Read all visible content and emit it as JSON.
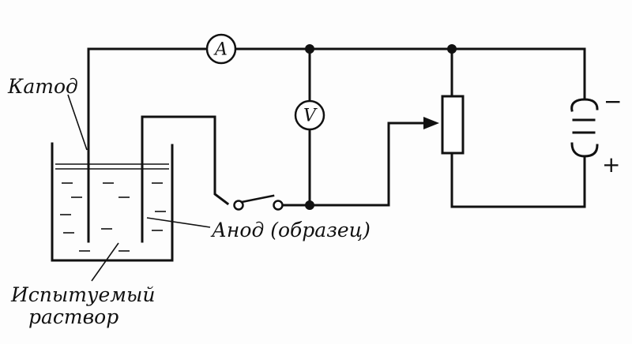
{
  "labels": {
    "cathode": "Катод",
    "anode": "Анод (образец)",
    "solution_line1": "Испытуемый",
    "solution_line2": "раствор"
  },
  "meters": {
    "ammeter": "A",
    "voltmeter": "V"
  },
  "battery": {
    "negative": "−",
    "positive": "+"
  },
  "colors": {
    "ink": "#111111",
    "paper": "#fdfdfd"
  }
}
